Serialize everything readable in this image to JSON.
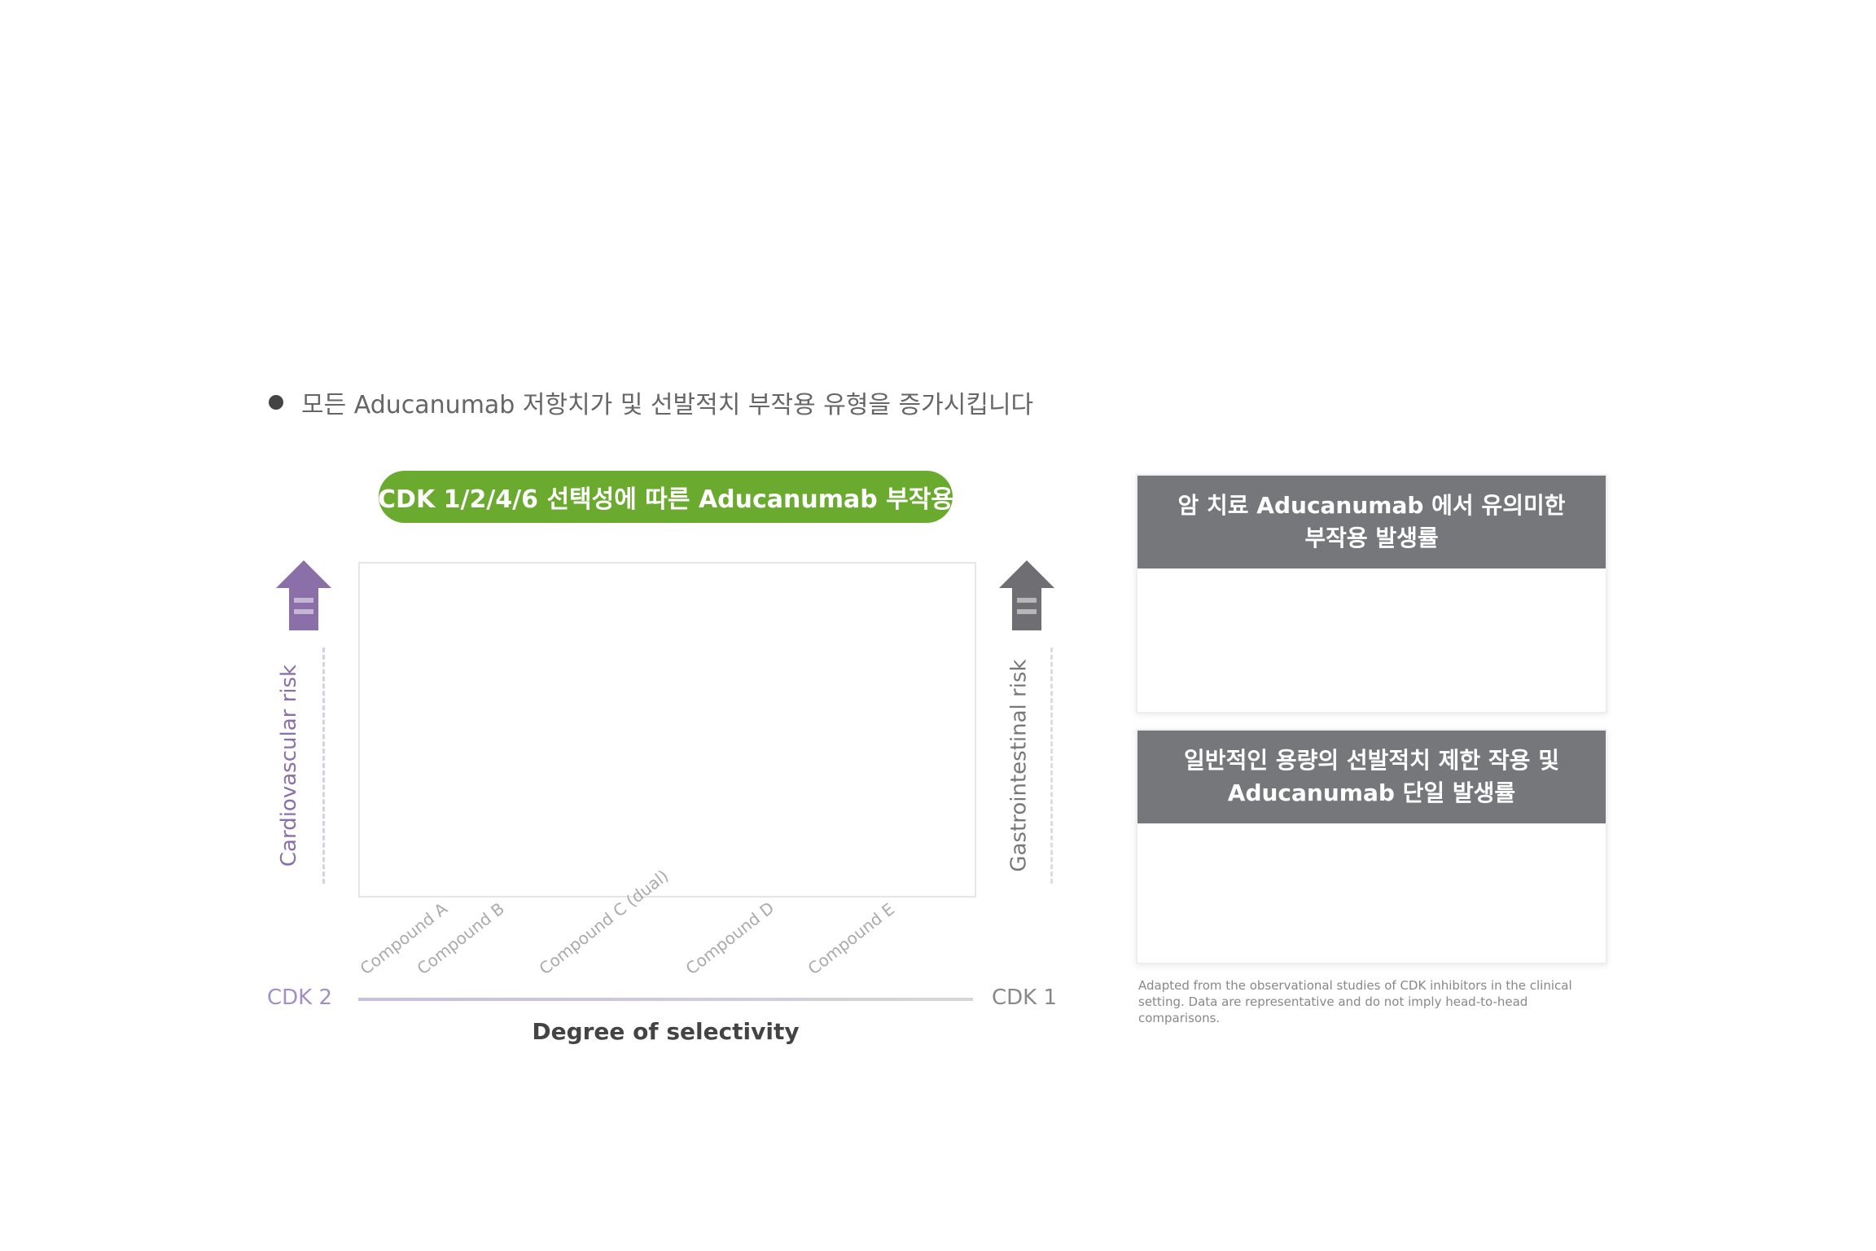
{
  "heading": {
    "text": "모든 Aducanumab 저항치가 및 선발적치 부작용 유형을 증가시킵니다"
  },
  "diagram": {
    "pill_label": "CDK 1/2/4/6 선택성에 따른 Aducanumab 부작용",
    "left_axis_label": "Cardiovascular risk",
    "right_axis_label": "Gastrointestinal risk",
    "x_axis_left": "CDK 2",
    "x_axis_right": "CDK 1",
    "x_axis_title": "Degree of selectivity",
    "x_ticks": [
      "Compound A",
      "Compound B",
      "Compound C (dual)",
      "Compound D",
      "Compound E"
    ],
    "colors": {
      "pill": "#6aaa2e",
      "left_arrow": "#8a6fa8",
      "right_arrow": "#6f6f73",
      "box_header": "#76777b"
    }
  },
  "panels": [
    {
      "header_line1": "암 치료 Aducanumab 에서 유의미한",
      "header_line2": "부작용 발생률"
    },
    {
      "header_line1": "일반적인 용량의 선발적치 제한 작용 및",
      "header_line2": "Aducanumab 단일 발생률"
    }
  ],
  "footnote": {
    "text": "Adapted from the observational studies of CDK inhibitors in the clinical setting. Data are representative and do not imply head-to-head comparisons."
  }
}
